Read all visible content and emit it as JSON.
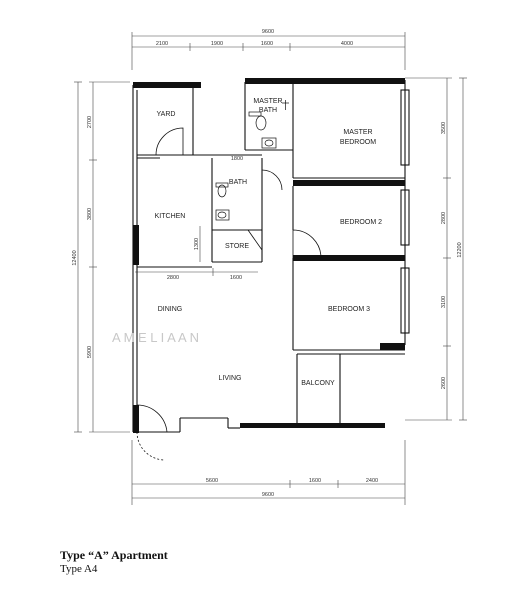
{
  "rooms": {
    "yard": "YARD",
    "master_bath_1": "MASTER",
    "master_bath_2": "BATH",
    "master_bedroom_1": "MASTER",
    "master_bedroom_2": "BEDROOM",
    "bath": "BATH",
    "kitchen": "KITCHEN",
    "store": "STORE",
    "bedroom2": "BEDROOM 2",
    "bedroom3": "BEDROOM 3",
    "dining": "DINING",
    "living": "LIVING",
    "balcony": "BALCONY"
  },
  "dimensions": {
    "top_total": "9600",
    "top_segments": [
      "2100",
      "1900",
      "1600",
      "4000"
    ],
    "bottom_segments": [
      "5600",
      "1600",
      "2400"
    ],
    "bottom_total": "9600",
    "left_segments": [
      "2700",
      "3800",
      "5900"
    ],
    "left_total": "12400",
    "right_segments": [
      "3500",
      "2800",
      "3100",
      "2600"
    ],
    "right_total": "12200",
    "bath_width": "1800",
    "store_height": "1300",
    "dining_segments": [
      "2800",
      "1600"
    ]
  },
  "watermark": "A M E L I A   A N",
  "caption": {
    "title": "Type “A” Apartment",
    "subtitle": "Type A4"
  }
}
